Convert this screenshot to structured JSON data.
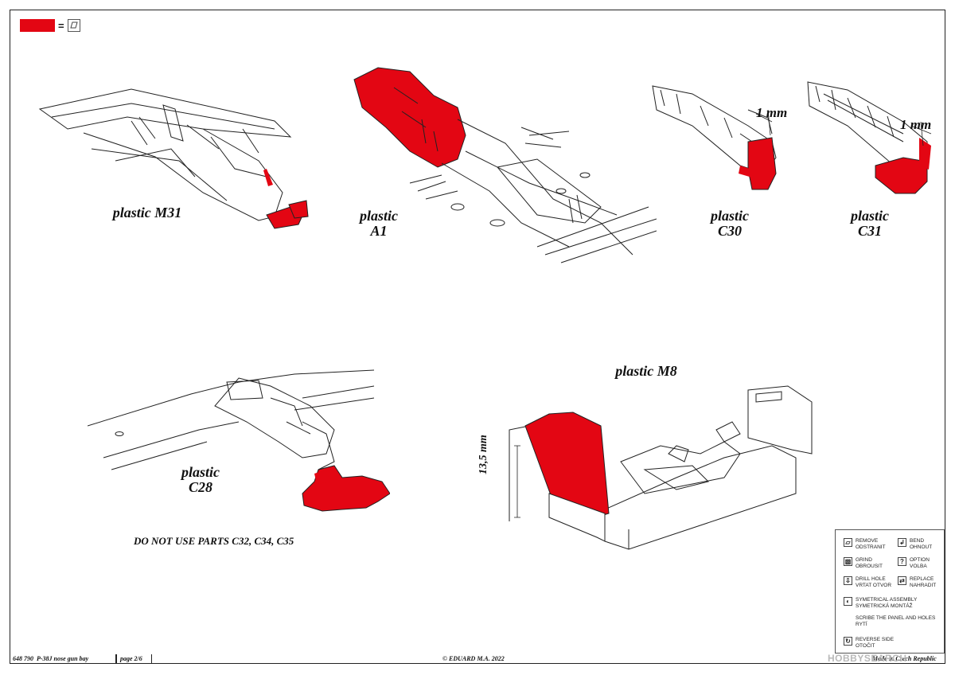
{
  "legend": {
    "equals": "=",
    "color": "#e30613",
    "meaning_icon": "remove-icon"
  },
  "parts": {
    "m31": "plastic M31",
    "a1_line1": "plastic",
    "a1_line2": "A1",
    "c30_line1": "plastic",
    "c30_line2": "C30",
    "c31_line1": "plastic",
    "c31_line2": "C31",
    "c28_line1": "plastic",
    "c28_line2": "C28",
    "m8": "plastic M8"
  },
  "dimensions": {
    "c30": "1 mm",
    "c31": "1 mm",
    "m8_height": "13,5 mm"
  },
  "notice": "DO NOT USE PARTS C32, C34, C35",
  "key": {
    "remove": [
      "REMOVE",
      "ODSTRANIT"
    ],
    "bend": [
      "BEND",
      "OHNOUT"
    ],
    "grind": [
      "GRIND",
      "OBROUSIT"
    ],
    "option": [
      "OPTION",
      "VOLBA"
    ],
    "drill": [
      "DRILL HOLE",
      "VRTAT OTVOR"
    ],
    "replace": [
      "REPLACE",
      "NAHRADIT"
    ],
    "symmetrical": [
      "SYMETRICAL ASSEMBLY",
      "SYMETRICKÁ MONTÁŽ"
    ],
    "scribe": [
      "SCRIBE THE PANEL AND HOLES",
      "RYTÍ"
    ],
    "reverse": [
      "REVERSE SIDE",
      "OTOČIT"
    ]
  },
  "footer": {
    "code": "648 790",
    "title": "P-38J nose gun bay",
    "page": "page 2/6",
    "copyright": "© EDUARD  M.A. 2022",
    "made_in": "Made in Czech Republic"
  },
  "watermark": "HOBBYSEARCH"
}
